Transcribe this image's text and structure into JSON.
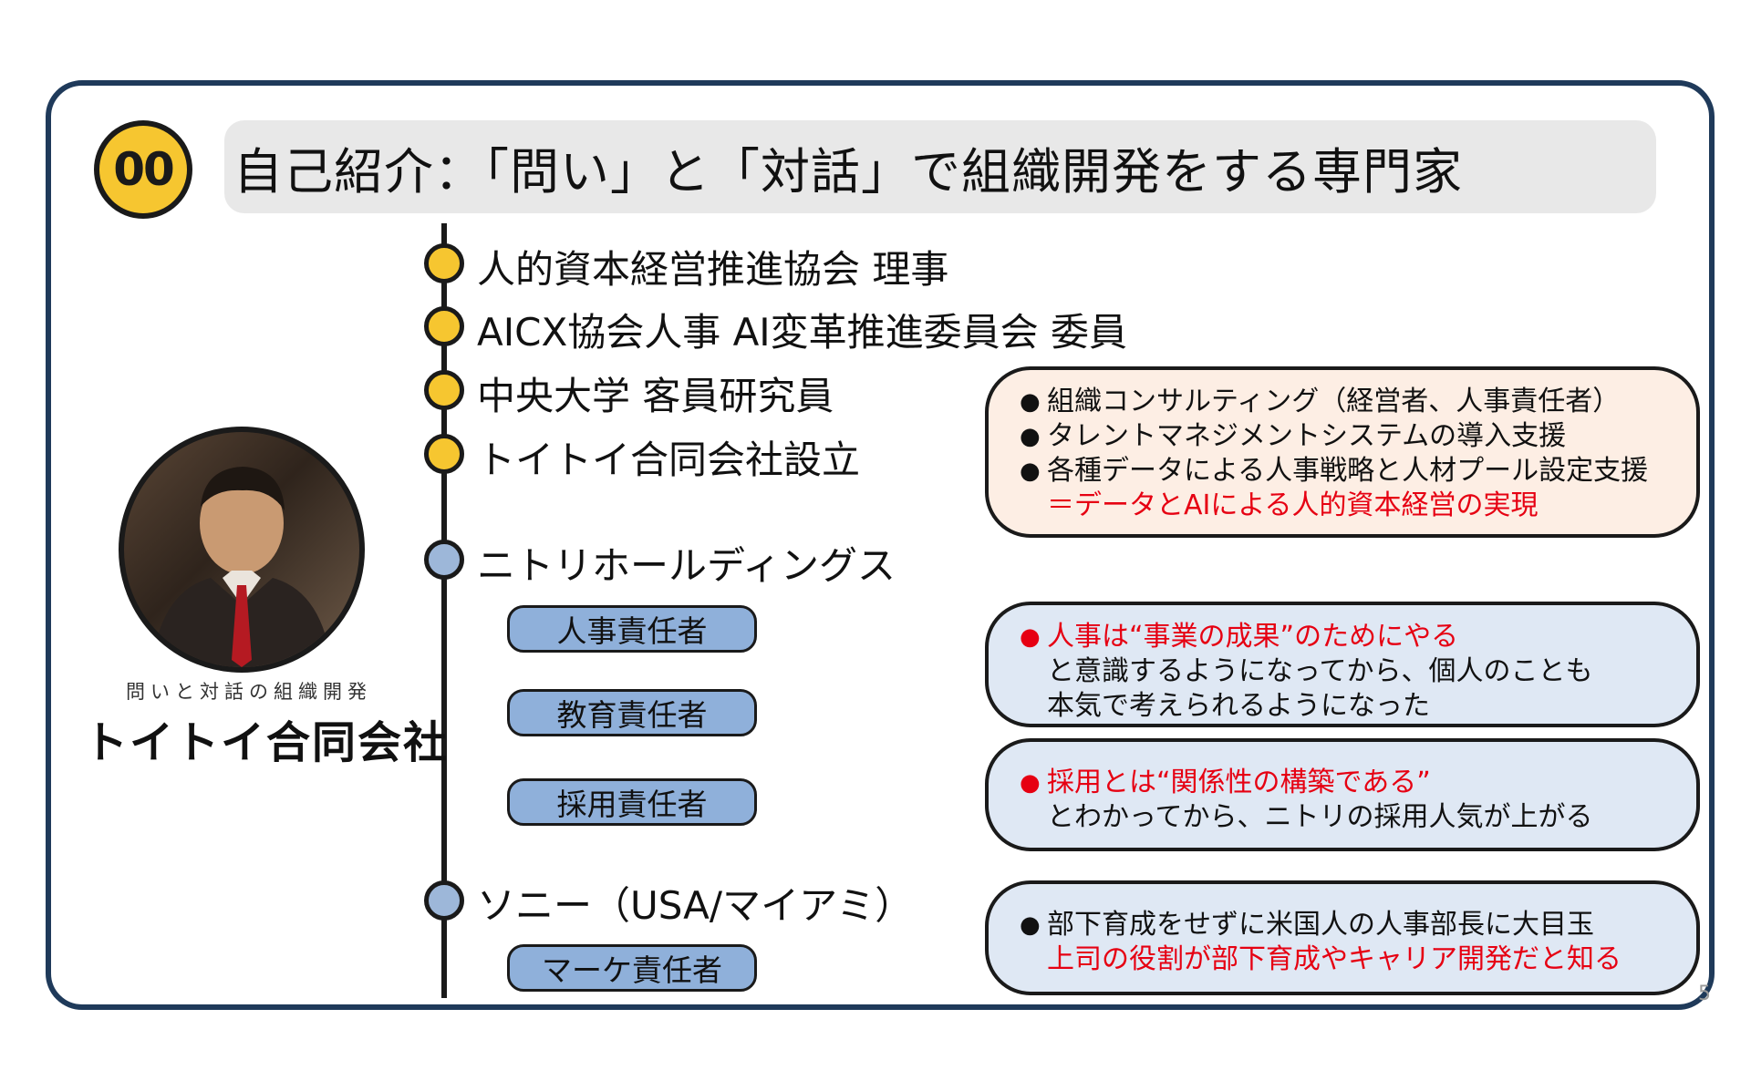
{
  "badge": "00",
  "title": "自己紹介：「問い」と「対話」で組織開発をする専門家",
  "timeline": {
    "items": [
      {
        "label": "人的資本経営推進協会 理事"
      },
      {
        "label": "AICX協会人事 AI変革推進委員会 委員"
      },
      {
        "label": "中央大学 客員研究員"
      },
      {
        "label": "トイトイ合同会社設立"
      },
      {
        "label": "ニトリホールディングス"
      },
      {
        "label": "ソニー（USA/マイアミ）"
      }
    ],
    "roles": [
      "人事責任者",
      "教育責任者",
      "採用責任者",
      "マーケ責任者"
    ]
  },
  "colors": {
    "frame": "#1f3a5a",
    "yellow": "#f6c630",
    "blue_node": "#9db7d9",
    "pill": "#8fb0da",
    "peach_box": "#fdeee4",
    "blue_box": "#dfe8f4",
    "red": "#e60012"
  },
  "profile": {
    "tagline": "問いと対話の組織開発",
    "company": "トイトイ合同会社"
  },
  "boxes": {
    "consulting": {
      "lines": [
        "組織コンサルティング（経営者、人事責任者）",
        "タレントマネジメントシステムの導入支援",
        "各種データによる人事戦略と人材プール設定支援"
      ],
      "highlight": "＝データとAIによる人的資本経営の実現"
    },
    "hr": {
      "highlight": "人事は“事業の成果”のためにやる",
      "lines": [
        "と意識するようになってから、個人のことも",
        "本気で考えられるようになった"
      ]
    },
    "recruit": {
      "highlight": "採用とは“関係性の構築である”",
      "lines": [
        "とわかってから、ニトリの採用人気が上がる"
      ]
    },
    "sony": {
      "line": "部下育成をせずに米国人の人事部長に大目玉",
      "highlight": "上司の役割が部下育成やキャリア開発だと知る"
    }
  },
  "page_number": "5"
}
